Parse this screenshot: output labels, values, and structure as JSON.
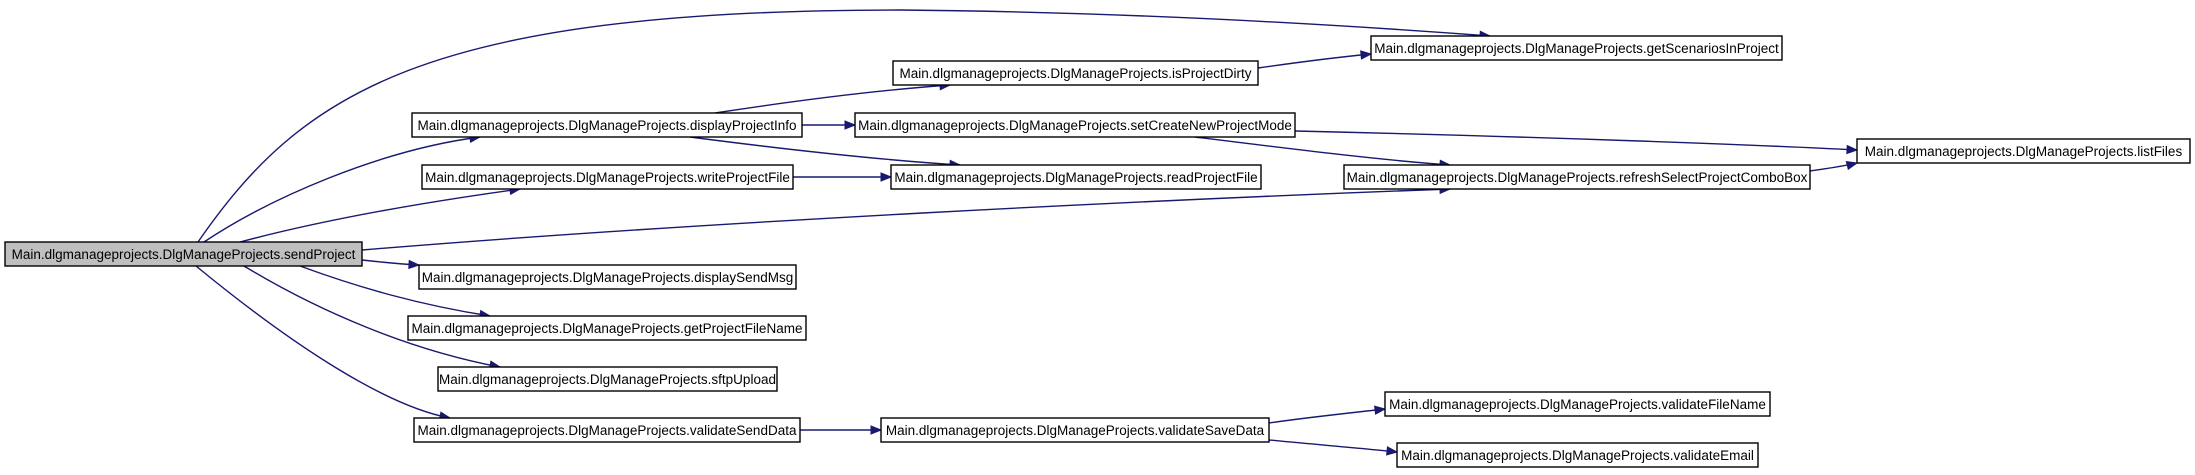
{
  "diagram": {
    "type": "call-graph",
    "colors": {
      "edge": "#191970",
      "node_border": "#000000",
      "node_fill": "#ffffff",
      "root_fill": "#bfbfbf",
      "background": "#ffffff"
    },
    "nodes": [
      {
        "id": "sendProject",
        "label": "Main.dlgmanageprojects.DlgManageProjects.sendProject",
        "root": true
      },
      {
        "id": "displayProjectInfo",
        "label": "Main.dlgmanageprojects.DlgManageProjects.displayProjectInfo"
      },
      {
        "id": "writeProjectFile",
        "label": "Main.dlgmanageprojects.DlgManageProjects.writeProjectFile"
      },
      {
        "id": "displaySendMsg",
        "label": "Main.dlgmanageprojects.DlgManageProjects.displaySendMsg"
      },
      {
        "id": "getProjectFileName",
        "label": "Main.dlgmanageprojects.DlgManageProjects.getProjectFileName"
      },
      {
        "id": "sftpUpload",
        "label": "Main.dlgmanageprojects.DlgManageProjects.sftpUpload"
      },
      {
        "id": "validateSendData",
        "label": "Main.dlgmanageprojects.DlgManageProjects.validateSendData"
      },
      {
        "id": "isProjectDirty",
        "label": "Main.dlgmanageprojects.DlgManageProjects.isProjectDirty"
      },
      {
        "id": "setCreateNewProjectMode",
        "label": "Main.dlgmanageprojects.DlgManageProjects.setCreateNewProjectMode"
      },
      {
        "id": "readProjectFile",
        "label": "Main.dlgmanageprojects.DlgManageProjects.readProjectFile"
      },
      {
        "id": "validateSaveData",
        "label": "Main.dlgmanageprojects.DlgManageProjects.validateSaveData"
      },
      {
        "id": "getScenariosInProject",
        "label": "Main.dlgmanageprojects.DlgManageProjects.getScenariosInProject"
      },
      {
        "id": "refreshSelectProjectComboBox",
        "label": "Main.dlgmanageprojects.DlgManageProjects.refreshSelectProjectComboBox"
      },
      {
        "id": "validateFileName",
        "label": "Main.dlgmanageprojects.DlgManageProjects.validateFileName"
      },
      {
        "id": "validateEmail",
        "label": "Main.dlgmanageprojects.DlgManageProjects.validateEmail"
      },
      {
        "id": "listFiles",
        "label": "Main.dlgmanageprojects.DlgManageProjects.listFiles"
      }
    ],
    "edges": [
      {
        "from": "sendProject",
        "to": "getScenariosInProject"
      },
      {
        "from": "sendProject",
        "to": "displayProjectInfo"
      },
      {
        "from": "sendProject",
        "to": "writeProjectFile"
      },
      {
        "from": "sendProject",
        "to": "refreshSelectProjectComboBox"
      },
      {
        "from": "sendProject",
        "to": "displaySendMsg"
      },
      {
        "from": "sendProject",
        "to": "getProjectFileName"
      },
      {
        "from": "sendProject",
        "to": "sftpUpload"
      },
      {
        "from": "sendProject",
        "to": "validateSendData"
      },
      {
        "from": "displayProjectInfo",
        "to": "isProjectDirty"
      },
      {
        "from": "displayProjectInfo",
        "to": "setCreateNewProjectMode"
      },
      {
        "from": "displayProjectInfo",
        "to": "readProjectFile"
      },
      {
        "from": "writeProjectFile",
        "to": "readProjectFile"
      },
      {
        "from": "isProjectDirty",
        "to": "getScenariosInProject"
      },
      {
        "from": "setCreateNewProjectMode",
        "to": "refreshSelectProjectComboBox"
      },
      {
        "from": "setCreateNewProjectMode",
        "to": "listFiles"
      },
      {
        "from": "refreshSelectProjectComboBox",
        "to": "listFiles"
      },
      {
        "from": "validateSendData",
        "to": "validateSaveData"
      },
      {
        "from": "validateSaveData",
        "to": "validateFileName"
      },
      {
        "from": "validateSaveData",
        "to": "validateEmail"
      }
    ]
  }
}
